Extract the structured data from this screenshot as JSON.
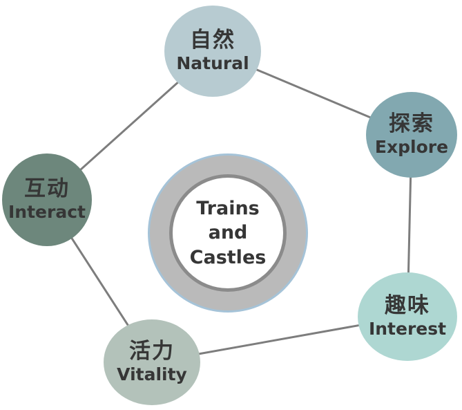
{
  "center": {
    "label": "Trains and Castles"
  },
  "nodes": [
    {
      "id": "natural",
      "zh": "自然",
      "en": "Natural",
      "color": "#b7cbd1"
    },
    {
      "id": "explore",
      "zh": "探索",
      "en": "Explore",
      "color": "#82a8b0"
    },
    {
      "id": "interest",
      "zh": "趣味",
      "en": "Interest",
      "color": "#aed7d2"
    },
    {
      "id": "vitality",
      "zh": "活力",
      "en": "Vitality",
      "color": "#b3c2ba"
    },
    {
      "id": "interact",
      "zh": "互动",
      "en": "Interact",
      "color": "#6d877c"
    }
  ],
  "edges": [
    [
      "natural",
      "explore"
    ],
    [
      "explore",
      "interest"
    ],
    [
      "interest",
      "vitality"
    ],
    [
      "vitality",
      "interact"
    ],
    [
      "interact",
      "natural"
    ]
  ],
  "colors": {
    "connector": "#7d7d7d",
    "center_outer_ring": "#a5c3d8",
    "center_gray_ring": "#bababa",
    "center_inner_ring": "#8b8b8b",
    "text": "#363636",
    "background": "#ffffff"
  }
}
